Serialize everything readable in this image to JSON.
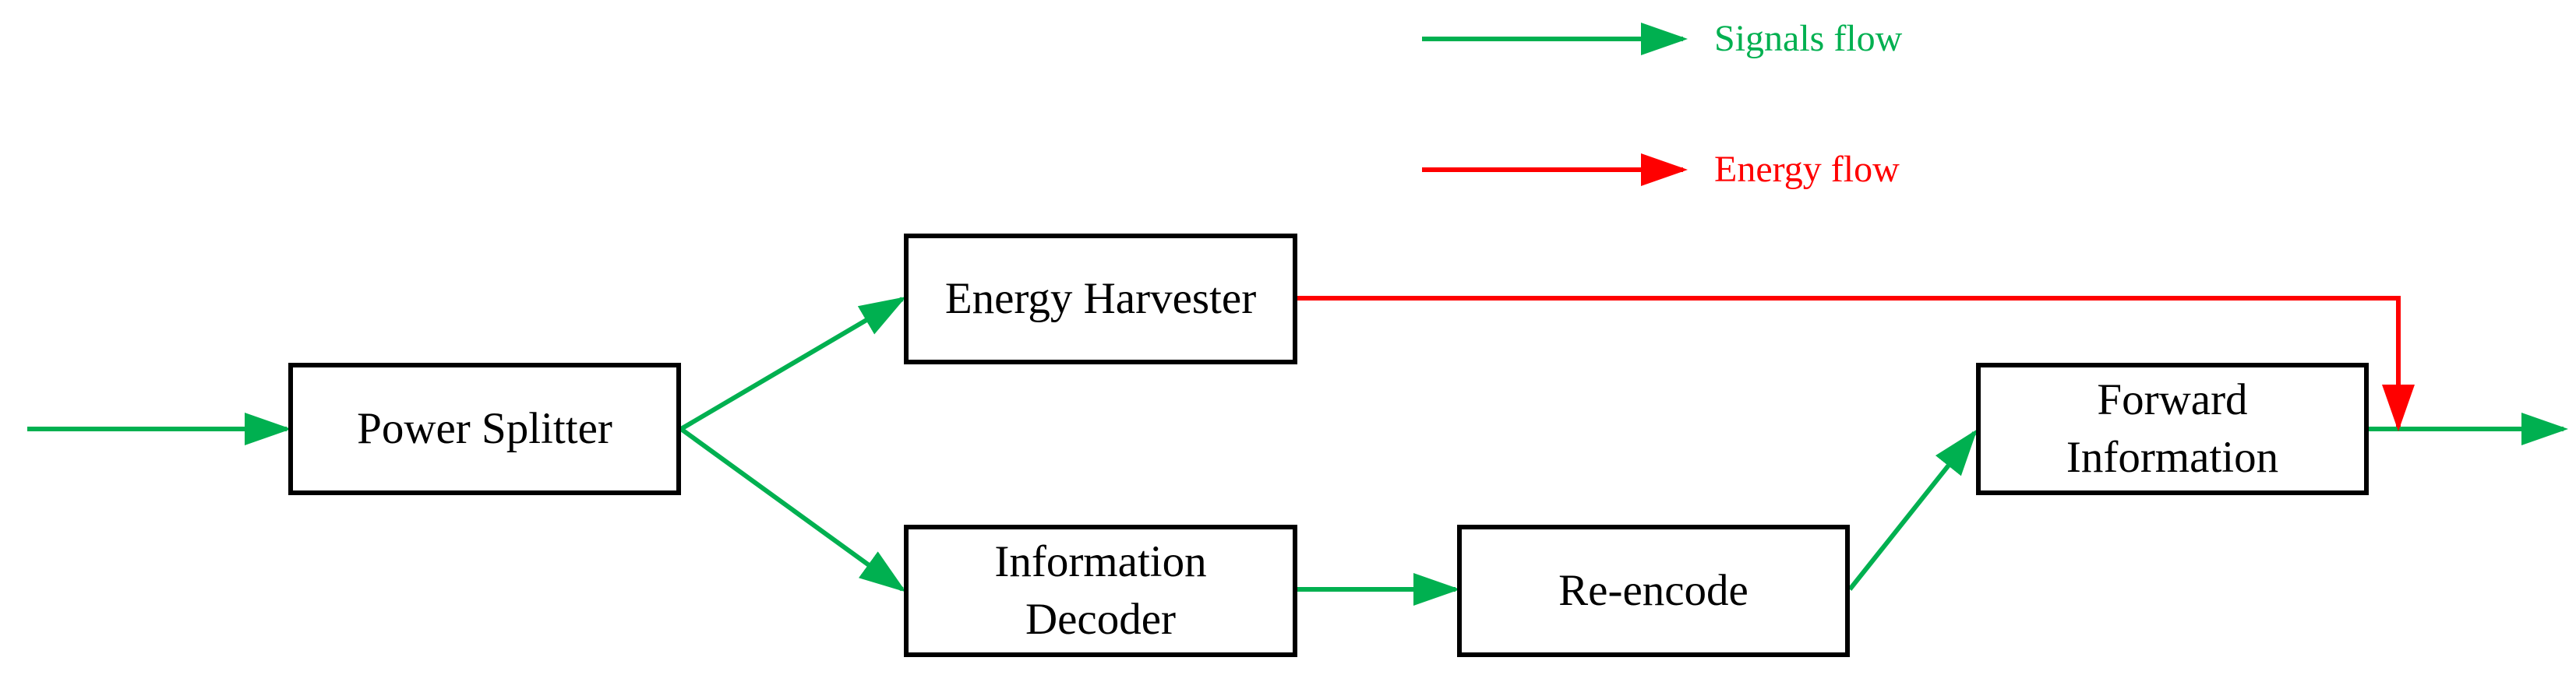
{
  "legend": {
    "signals_label": "Signals flow",
    "energy_label": "Energy flow"
  },
  "nodes": {
    "power_splitter": "Power Splitter",
    "energy_harvester": "Energy Harvester",
    "information_decoder": "Information\nDecoder",
    "re_encode": "Re-encode",
    "forward_information": "Forward\nInformation"
  },
  "colors": {
    "signal": "#00b050",
    "energy": "#ff0000",
    "box_border": "#000000"
  }
}
